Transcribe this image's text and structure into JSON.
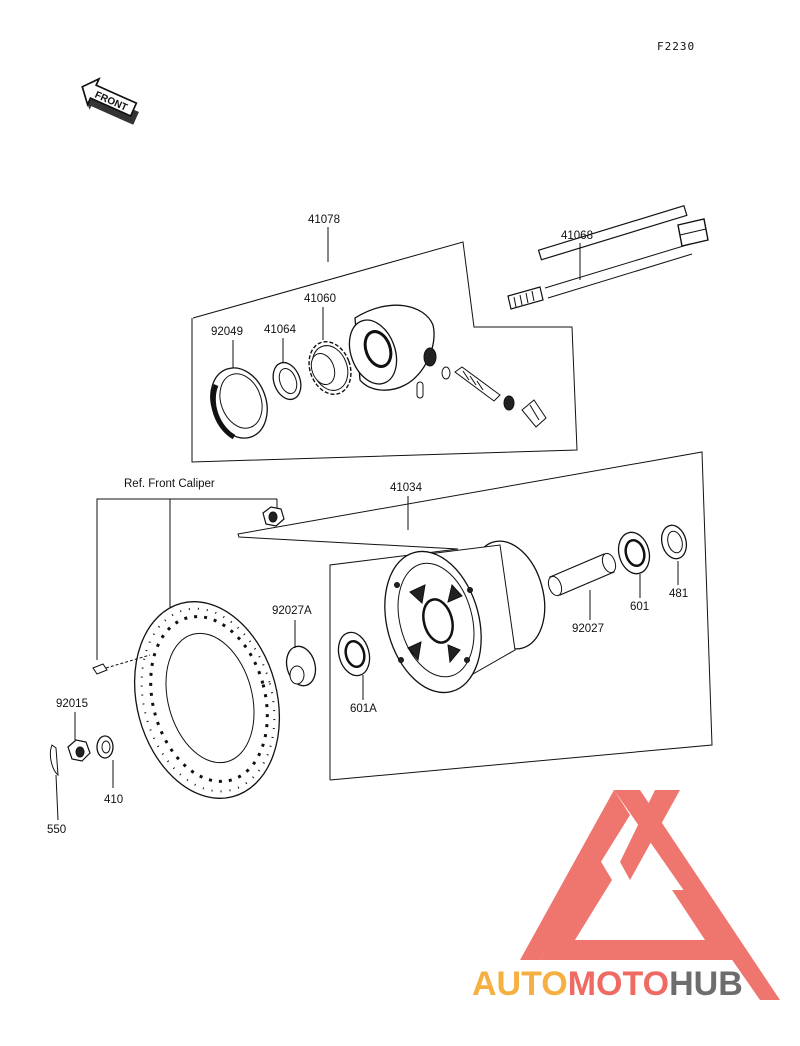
{
  "diagram_code": "F2230",
  "front_arrow_text": "FRONT",
  "ref_caption": "Ref. Front Caliper",
  "parts": {
    "p41078": "41078",
    "p41068": "41068",
    "p92049": "92049",
    "p41064": "41064",
    "p41060": "41060",
    "p41034": "41034",
    "p92027A": "92027A",
    "p601A": "601A",
    "p92027": "92027",
    "p601": "601",
    "p481": "481",
    "p92015": "92015",
    "p410": "410",
    "p550": "550"
  },
  "watermark": {
    "part1": "AUTO",
    "part2": "MOTO",
    "part3": "HUB",
    "color_orange": "#f5b041",
    "color_red": "#ee6a63",
    "color_gray": "#6d6d6d"
  }
}
